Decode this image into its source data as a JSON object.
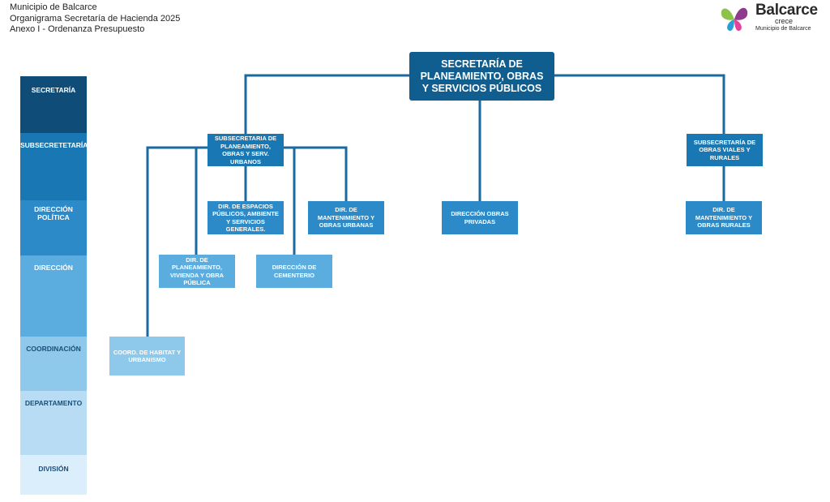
{
  "header": {
    "line1": "Municipio de Balcarce",
    "line2": "Organigrama Secretaría de Hacienda 2025",
    "line3": "Anexo I - Ordenanza Presupuesto"
  },
  "logo": {
    "name": "Balcarce",
    "tagline": "crece",
    "sub": "Municipio de Balcarce"
  },
  "legend": [
    {
      "id": "secretaria",
      "label": "SECRETARÍA",
      "bg": "#0f4c78",
      "fg": "#ffffff"
    },
    {
      "id": "subsecretaria",
      "label": "SUBSECRETETARÍA",
      "bg": "#1977b4",
      "fg": "#ffffff"
    },
    {
      "id": "direccion-politica",
      "label": "DIRECCIÓN POLÍTICA",
      "bg": "#2d8ac8",
      "fg": "#ffffff"
    },
    {
      "id": "direccion",
      "label": "DIRECCIÓN",
      "bg": "#5baddf",
      "fg": "#ffffff"
    },
    {
      "id": "coordinacion",
      "label": "COORDINACIÓN",
      "bg": "#8ec8ea",
      "fg": "#1b4f78"
    },
    {
      "id": "departamento",
      "label": "DEPARTAMENTO",
      "bg": "#b7dcf3",
      "fg": "#1b4f78"
    },
    {
      "id": "division",
      "label": "DIVISIÓN",
      "bg": "#daeefb",
      "fg": "#1b4f78"
    }
  ],
  "nodes": {
    "secretaria": {
      "label": "SECRETARÍA DE PLANEAMIENTO, OBRAS Y SERVICIOS PÚBLICOS",
      "color": "#0f5e8f"
    },
    "sub_planeamiento": {
      "label": "SUBSECRETARIA DE PLANEAMIENTO, OBRAS Y SERV. URBANOS",
      "color": "#1977b4"
    },
    "sub_obras_viales": {
      "label": "SUBSECRETARÍA DE OBRAS VIALES Y RURALES",
      "color": "#1977b4"
    },
    "dir_espacios": {
      "label": "DIR. DE ESPACIOS PÚBLICOS, AMBIENTE Y SERVICIOS GENERALES.",
      "color": "#2d8ac8"
    },
    "dir_mant_urbanas": {
      "label": "DIR. DE MANTENIMIENTO Y OBRAS URBANAS",
      "color": "#2d8ac8"
    },
    "dir_obras_privadas": {
      "label": "DIRECCIÓN OBRAS PRIVADAS",
      "color": "#2d8ac8"
    },
    "dir_mant_rurales": {
      "label": "DIR. DE MANTENIMIENTO Y OBRAS RURALES",
      "color": "#2d8ac8"
    },
    "dir_planeamiento": {
      "label": "DIR. DE PLANEAMIENTO, VIVIENDA Y OBRA PÚBLICA",
      "color": "#5baddf"
    },
    "dir_cementerio": {
      "label": "DIRECCIÓN DE CEMENTERIO",
      "color": "#5baddf"
    },
    "coord_habitat": {
      "label": "COORD. DE HABITAT Y URBANISMO",
      "color": "#8ec8ea"
    }
  },
  "connector_color": "#1a6aa2"
}
